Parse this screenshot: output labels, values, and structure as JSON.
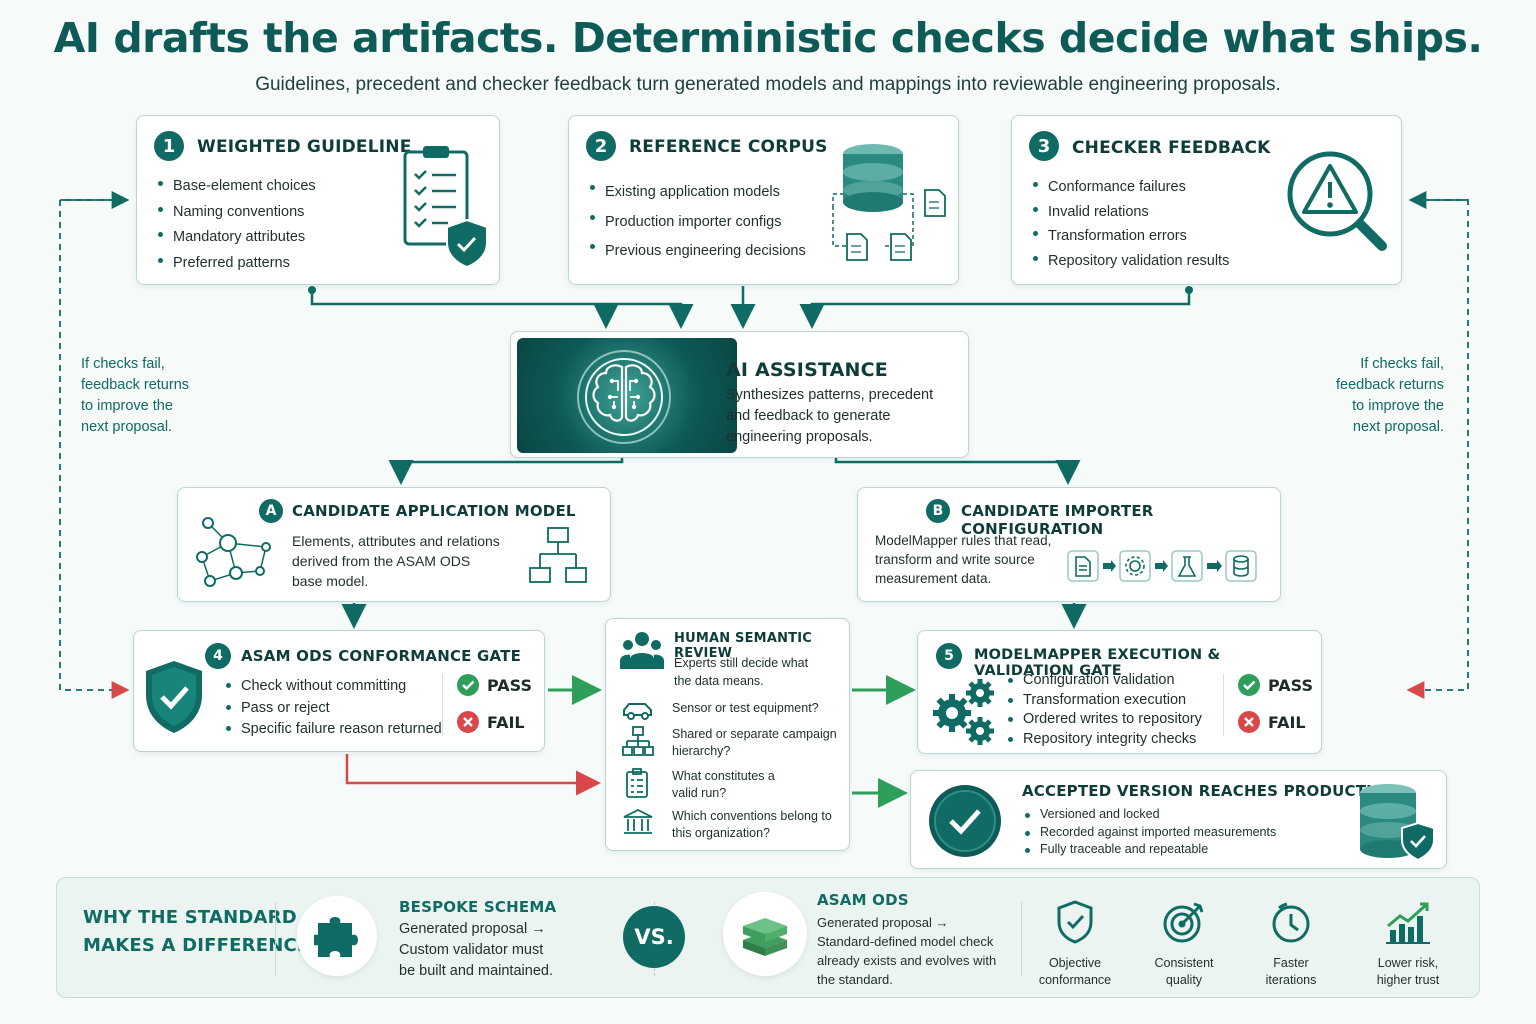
{
  "header": {
    "title": "AI drafts the artifacts. Deterministic checks decide what ships.",
    "subtitle": "Guidelines, precedent and checker feedback turn generated models and mappings into reviewable engineering proposals."
  },
  "inputs": [
    {
      "number": "1",
      "title": "WEIGHTED GUIDELINE",
      "items": [
        "Base-element choices",
        "Naming conventions",
        "Mandatory attributes",
        "Preferred patterns"
      ]
    },
    {
      "number": "2",
      "title": "REFERENCE CORPUS",
      "items": [
        "Existing application models",
        "Production importer configs",
        "Previous engineering decisions"
      ]
    },
    {
      "number": "3",
      "title": "CHECKER FEEDBACK",
      "items": [
        "Conformance failures",
        "Invalid relations",
        "Transformation errors",
        "Repository validation results"
      ]
    }
  ],
  "side_note": {
    "left": [
      "If checks fail,",
      "feedback returns",
      "to improve the",
      "next proposal."
    ],
    "right": [
      "If checks fail,",
      "feedback returns",
      "to improve the",
      "next proposal."
    ]
  },
  "ai": {
    "title": "AI ASSISTANCE",
    "lines": [
      "Synthesizes patterns, precedent",
      "and feedback to generate",
      "engineering proposals."
    ]
  },
  "candidate_a": {
    "badge": "A",
    "title": "CANDIDATE APPLICATION MODEL",
    "lines": [
      "Elements, attributes and relations",
      "derived from the ASAM ODS",
      "base model."
    ]
  },
  "candidate_b": {
    "badge": "B",
    "title": "CANDIDATE IMPORTER CONFIGURATION",
    "lines": [
      "ModelMapper rules that read,",
      "transform and write source",
      "measurement data."
    ]
  },
  "gate4": {
    "number": "4",
    "title": "ASAM ODS CONFORMANCE GATE",
    "items": [
      "Check without committing",
      "Pass or reject",
      "Specific failure reason returned"
    ],
    "pass": "PASS",
    "fail": "FAIL"
  },
  "review": {
    "title": "HUMAN SEMANTIC REVIEW",
    "lead": [
      "Experts still decide what",
      "the data means."
    ],
    "questions": [
      {
        "icon": "car-icon",
        "lines": [
          "Sensor or test equipment?"
        ]
      },
      {
        "icon": "hierarchy-icon",
        "lines": [
          "Shared or separate campaign",
          "hierarchy?"
        ]
      },
      {
        "icon": "checklist-icon",
        "lines": [
          "What constitutes a",
          "valid run?"
        ]
      },
      {
        "icon": "institution-icon",
        "lines": [
          "Which conventions belong to",
          "this organization?"
        ]
      }
    ]
  },
  "gate5": {
    "number": "5",
    "title": "MODELMAPPER EXECUTION & VALIDATION GATE",
    "items": [
      "Configuration validation",
      "Transformation execution",
      "Ordered writes to repository",
      "Repository integrity checks"
    ],
    "pass": "PASS",
    "fail": "FAIL"
  },
  "production": {
    "title": "ACCEPTED VERSION REACHES PRODUCTION",
    "items": [
      "Versioned and locked",
      "Recorded against imported measurements",
      "Fully traceable and repeatable"
    ]
  },
  "bottom": {
    "heading": [
      "WHY THE STANDARD",
      "MAKES A DIFFERENCE"
    ],
    "bespoke": {
      "title": "BESPOKE SCHEMA",
      "lines": [
        "Generated proposal →",
        "Custom validator must",
        "be built and maintained."
      ]
    },
    "vs": "VS.",
    "asam": {
      "title": "ASAM ODS",
      "lines": [
        "Generated proposal →",
        "Standard-defined model check",
        "already exists and evolves with",
        "the standard."
      ]
    },
    "benefits": [
      {
        "icon": "shield-check-icon",
        "lines": [
          "Objective",
          "conformance"
        ]
      },
      {
        "icon": "target-icon",
        "lines": [
          "Consistent",
          "quality"
        ]
      },
      {
        "icon": "stopwatch-icon",
        "lines": [
          "Faster",
          "iterations"
        ]
      },
      {
        "icon": "growth-chart-icon",
        "lines": [
          "Lower risk,",
          "higher trust"
        ]
      }
    ]
  },
  "colors": {
    "teal": "#0f6b63",
    "pass": "#2e9e5b",
    "fail": "#d8474a"
  }
}
